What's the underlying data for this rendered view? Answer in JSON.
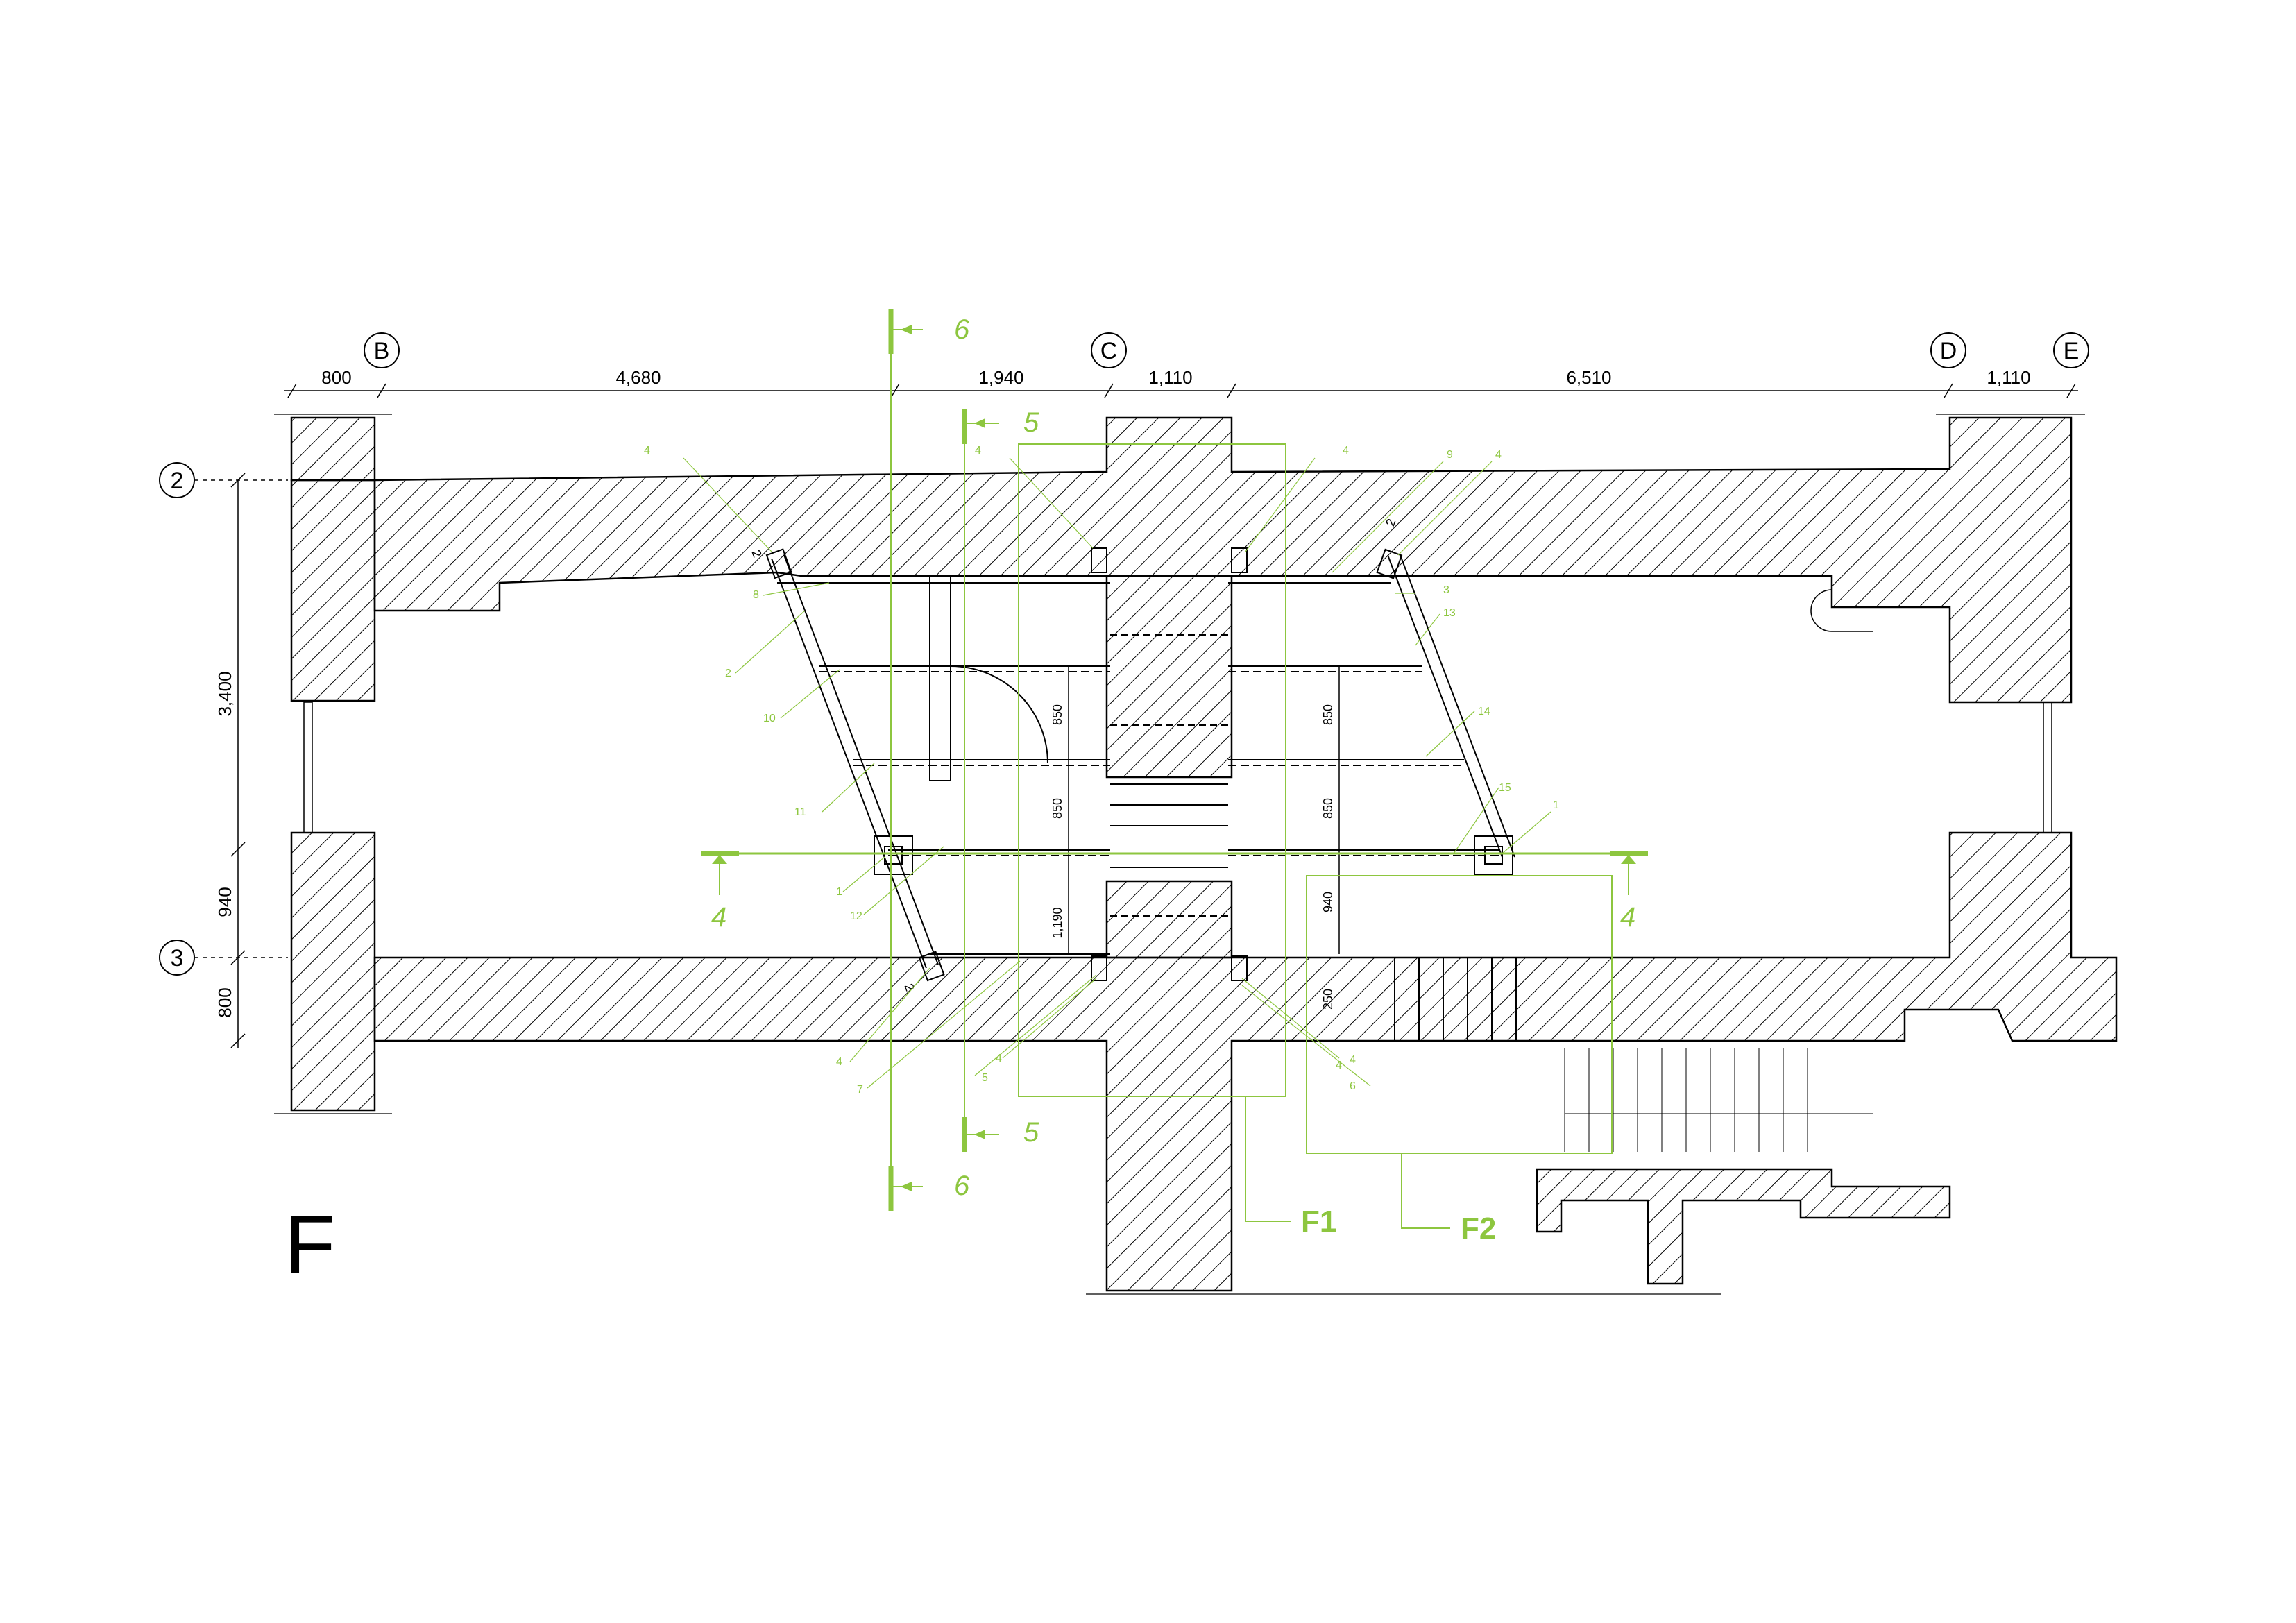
{
  "sheet_letter": "F",
  "colors": {
    "ink": "#000000",
    "accent": "#8dc63f",
    "hatch": "#000000"
  },
  "grid_axes": {
    "columns": [
      "B",
      "C",
      "D",
      "E"
    ],
    "rows": [
      "2",
      "3"
    ]
  },
  "top_dimensions": [
    "800",
    "4,680",
    "1,940",
    "1,110",
    "6,510",
    "1,110"
  ],
  "left_dimensions": [
    "3,400",
    "940",
    "800"
  ],
  "interior_dimensions": [
    "850",
    "850",
    "1,190",
    "850",
    "850",
    "940",
    "250"
  ],
  "section_marks": [
    "6",
    "6",
    "5",
    "5",
    "4",
    "4"
  ],
  "detail_labels": [
    "F1",
    "F2"
  ],
  "callouts": [
    "4",
    "8",
    "2",
    "10",
    "11",
    "1",
    "12",
    "4",
    "7",
    "4",
    "5",
    "4",
    "4",
    "4",
    "9",
    "4",
    "3",
    "13",
    "14",
    "15",
    "1",
    "4",
    "6"
  ],
  "small_dimensions": [
    "2",
    "2",
    "2"
  ]
}
